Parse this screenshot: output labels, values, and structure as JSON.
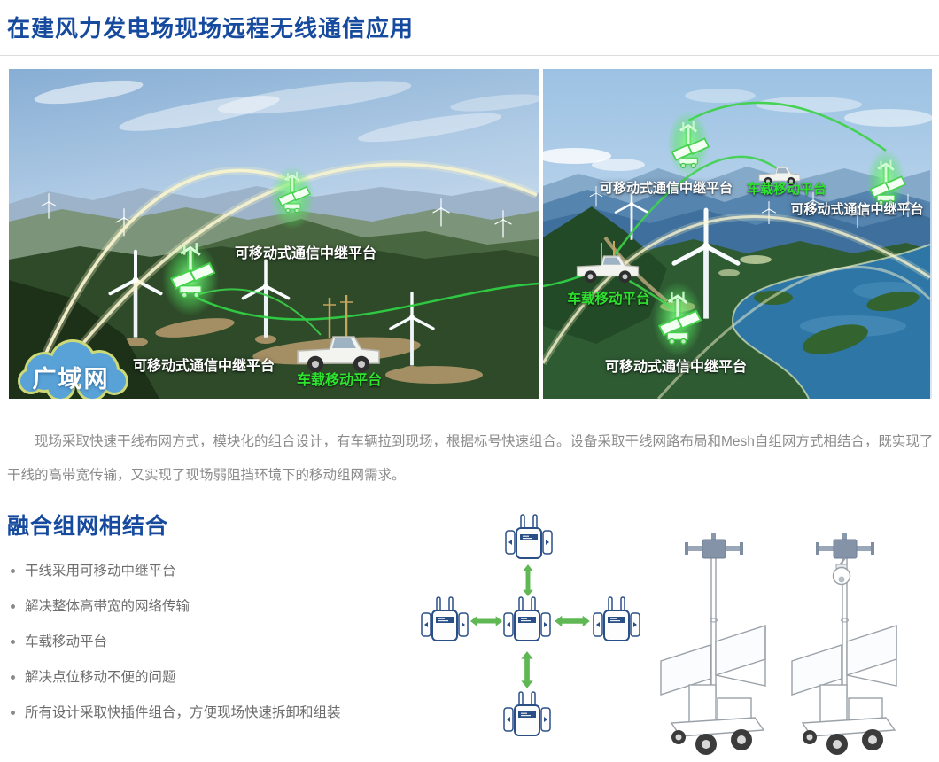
{
  "header": {
    "title": "在建风力发电场现场远程无线通信应用"
  },
  "gallery": {
    "left": {
      "wan_label": "广域网",
      "relay_label_far": "可移动式通信中继平台",
      "relay_label_near": "可移动式通信中继平台",
      "vehicle_label": "车载移动平台"
    },
    "right": {
      "relay_label_top_left": "可移动式通信中继平台",
      "vehicle_label_top": "车载移动平台",
      "relay_label_top_right": "可移动式通信中继平台",
      "vehicle_label_mid": "车载移动平台",
      "relay_label_bottom": "可移动式通信中继平台"
    }
  },
  "intro_paragraph": "现场采取快速干线布网方式，模块化的组合设计，有车辆拉到现场，根据标号快速组合。设备采取干线网路布局和Mesh自组网方式相结合，既实现了干线的高带宽传输，又实现了现场弱阻挡环境下的移动组网需求。",
  "section2": {
    "title": "融合组网相结合",
    "bullets": [
      "干线采用可移动中继平台",
      "解决整体高带宽的网络传输",
      "车载移动平台",
      "解决点位移动不便的问题",
      "所有设计采取快插件组合，方便现场快速拆卸和组装"
    ]
  },
  "colors": {
    "heading_blue": "#164a9e",
    "label_white": "#ffffff",
    "label_green": "#2fe22f",
    "relay_glow_green": "#49d84f",
    "mesh_arrow_green": "#5fb854",
    "mesh_device_navy": "#2a4f86",
    "wan_cloud_blue": "#58a2d8",
    "wan_cloud_fringe": "#cdd977"
  }
}
